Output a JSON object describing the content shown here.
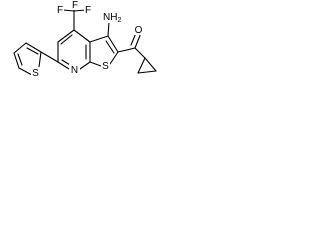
{
  "atoms": {
    "F1": "F",
    "F2": "F",
    "F3": "F",
    "N_amino": "NH",
    "N_amino_sub": "2",
    "S_thiophene_fused": "S",
    "N_pyridine": "N",
    "S_thienyl": "S",
    "O_carbonyl": "O"
  },
  "colors": {
    "bond": "#000000",
    "label": "#000000",
    "background": "#ffffff"
  }
}
